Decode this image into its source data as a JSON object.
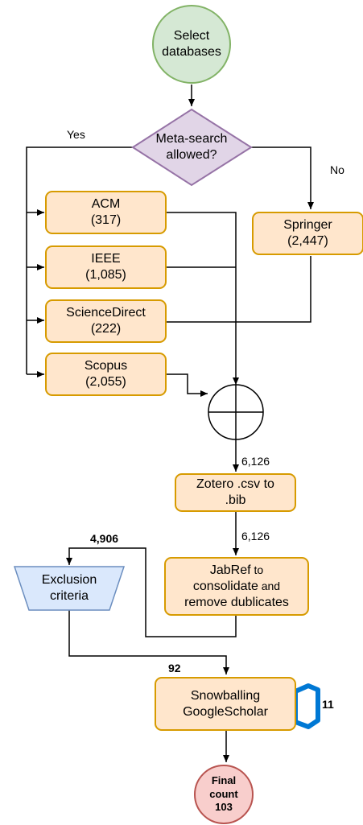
{
  "start": {
    "line1": "Select",
    "line2": "databases"
  },
  "decision": {
    "line1": "Meta-search",
    "line2": "allowed?",
    "yes_label": "Yes",
    "no_label": "No"
  },
  "databases": [
    {
      "name": "ACM",
      "count": "(317)"
    },
    {
      "name": "IEEE",
      "count": "(1,085)"
    },
    {
      "name": "ScienceDirect",
      "count": "(222)"
    },
    {
      "name": "Scopus",
      "count": "(2,055)"
    }
  ],
  "springer": {
    "name": "Springer",
    "count": "(2,447)"
  },
  "counts": {
    "after_merge": "6,126",
    "after_zotero": "6,126",
    "excluded_input": "4,906",
    "after_exclusion": "92",
    "snowballing_added": "11"
  },
  "zotero": {
    "line1": "Zotero .csv to",
    "line2": ".bib"
  },
  "jabref": {
    "line1": "JabRef",
    "line1_suffix": " to",
    "line2": "consolidate",
    "line2_suffix": " and",
    "line3": "remove dublicates"
  },
  "exclusion": {
    "line1": "Exclusion",
    "line2": "criteria"
  },
  "snowballing": {
    "line1": "Snowballing",
    "line2": "GoogleScholar"
  },
  "final": {
    "line1": "Final",
    "line2": "count",
    "line3": "103"
  },
  "colors": {
    "start_fill": "#d5e8d4",
    "start_stroke": "#82b366",
    "decision_fill": "#e1d5e7",
    "decision_stroke": "#9673a6",
    "process_fill": "#ffe6cc",
    "process_stroke": "#d79b00",
    "exclusion_fill": "#dae8fc",
    "exclusion_stroke": "#6c8ebf",
    "final_fill": "#f8cecc",
    "final_stroke": "#b85450",
    "icon_blue": "#0078d4"
  }
}
